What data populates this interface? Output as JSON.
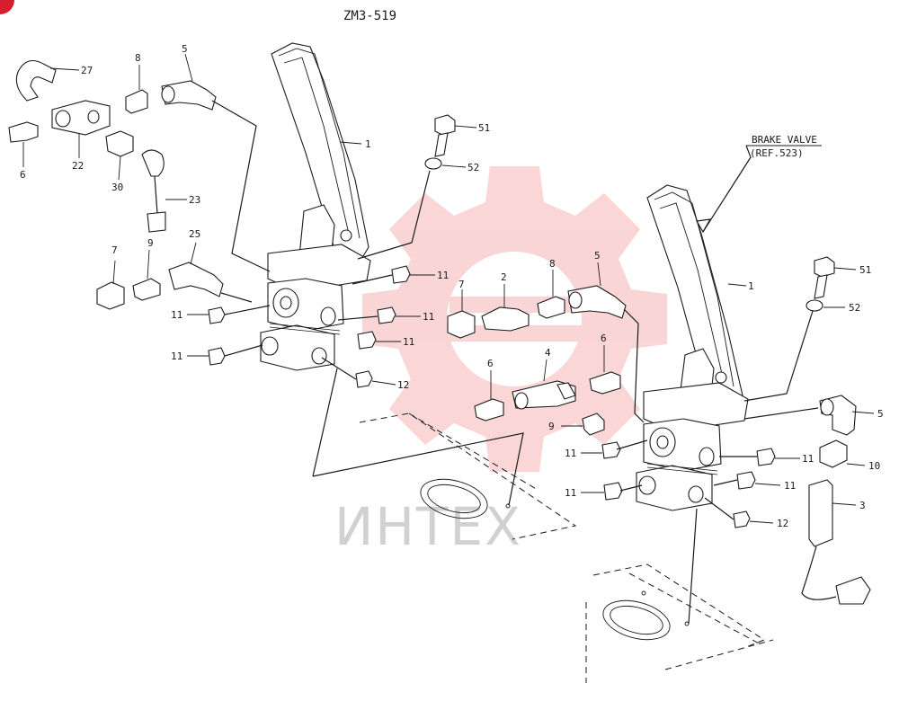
{
  "drawing": {
    "title": "ZM3-519",
    "annotation_line1": "BRAKE VALVE",
    "annotation_line2": "(REF.523)"
  },
  "watermark": {
    "text": "ИНТЕХ",
    "color": "#e8434a"
  },
  "corner_badge_color": "#d61f2c",
  "callouts": {
    "c27": "27",
    "c8a": "8",
    "c5a": "5",
    "c6a": "6",
    "c22": "22",
    "c30": "30",
    "c23": "23",
    "c7a": "7",
    "c9a": "9",
    "c25": "25",
    "c11a": "11",
    "c11b": "11",
    "c11c": "11",
    "c11d": "11",
    "c11e": "11",
    "c12a": "12",
    "c1a": "1",
    "c51a": "51",
    "c52a": "52",
    "c7b": "7",
    "c2": "2",
    "c8b": "8",
    "c5b": "5",
    "c6b": "6",
    "c4": "4",
    "c6c": "6",
    "c9b": "9",
    "c11f": "11",
    "c11g": "11",
    "c11h": "11",
    "c11i": "11",
    "c12b": "12",
    "c1b": "1",
    "c51b": "51",
    "c52b": "52",
    "c5c": "5",
    "c10": "10",
    "c3": "3"
  }
}
